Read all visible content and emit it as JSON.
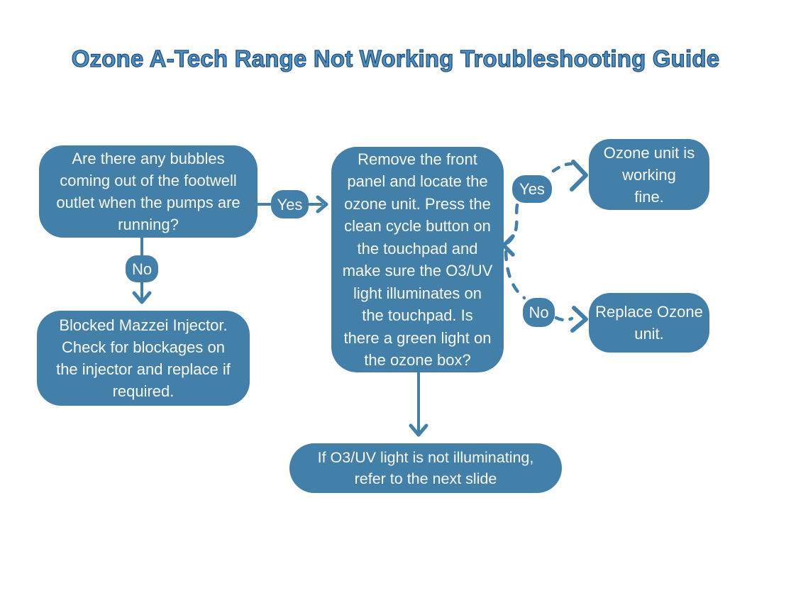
{
  "title": "Ozone A-Tech Range Not Working Troubleshooting Guide",
  "colors": {
    "background": "#FFFFFF",
    "node_fill": "#4380A9",
    "node_text": "#FAFAFA",
    "connector": "#4380A9",
    "title_fill": "#4D8EC3",
    "title_outline": "#1F4E79"
  },
  "nodes": {
    "question_bubbles": "Are there any bubbles\ncoming out of the footwell\noutlet when the pumps are\nrunning?",
    "check_ozone_unit": "Remove the front\npanel and locate the\nozone unit. Press the\nclean cycle button on\nthe touchpad and\nmake sure the O3/UV\nlight illuminates on\nthe touchpad. Is\nthere a green light on\nthe ozone box?",
    "blocked_injector": "Blocked Mazzei Injector.\nCheck for blockages on\nthe injector and replace if\nrequired.",
    "ozone_working_fine": "Ozone unit is\nworking\nfine.",
    "replace_ozone_unit": "Replace Ozone\nunit.",
    "refer_next_slide": "If O3/UV light is not illuminating,\nrefer to the next slide"
  },
  "connector_labels": {
    "yes_left": "Yes",
    "no_left": "No",
    "yes_right": "Yes",
    "no_right": "No"
  },
  "edges": [
    {
      "from": "question_bubbles",
      "to": "check_ozone_unit",
      "label": "Yes",
      "style": "solid"
    },
    {
      "from": "question_bubbles",
      "to": "blocked_injector",
      "label": "No",
      "style": "solid"
    },
    {
      "from": "check_ozone_unit",
      "to": "ozone_working_fine",
      "label": "Yes",
      "style": "dashed"
    },
    {
      "from": "check_ozone_unit",
      "to": "replace_ozone_unit",
      "label": "No",
      "style": "dashed"
    },
    {
      "from": "check_ozone_unit",
      "to": "refer_next_slide",
      "label": "",
      "style": "solid"
    }
  ]
}
